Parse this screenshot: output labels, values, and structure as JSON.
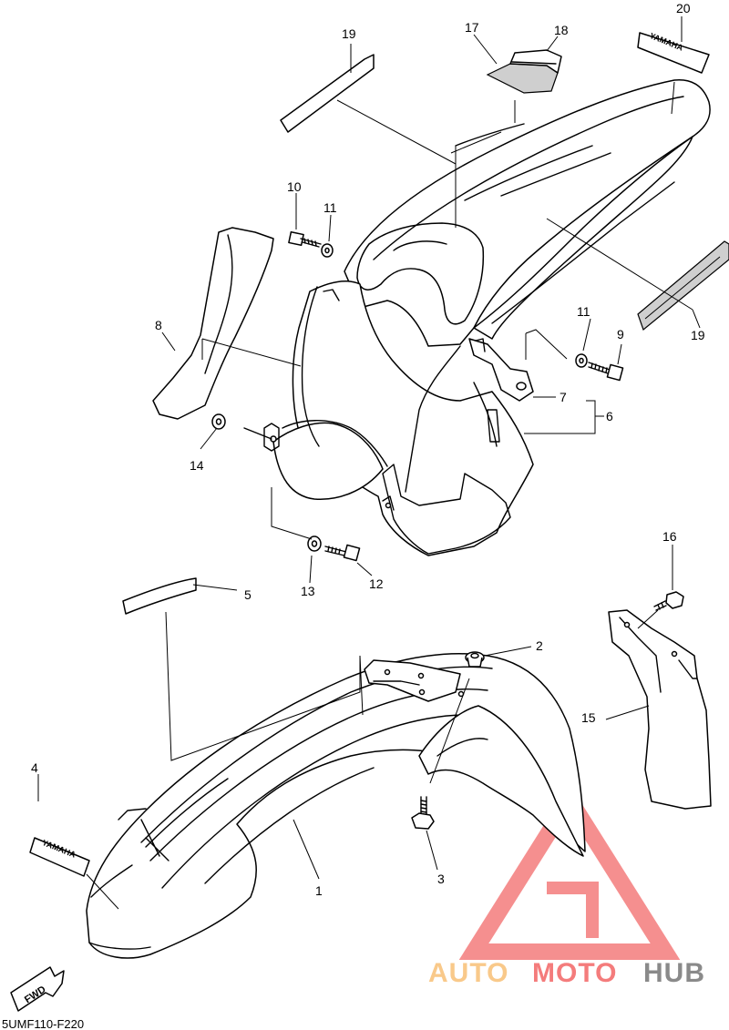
{
  "diagram": {
    "code": "5UMF110-F220",
    "labels": {
      "p1": "1",
      "p2": "2",
      "p3": "3",
      "p4": "4",
      "p5": "5",
      "p6": "6",
      "p7": "7",
      "p8": "8",
      "p9": "9",
      "p10": "10",
      "p11a": "11",
      "p11b": "11",
      "p12": "12",
      "p13": "13",
      "p14": "14",
      "p15": "15",
      "p16": "16",
      "p17": "17",
      "p18": "18",
      "p19a": "19",
      "p19b": "19",
      "p20": "20"
    },
    "decals": {
      "yamaha_front": "YAMAHA",
      "yamaha_rear": "YAMAHA",
      "fwd": "FWD"
    }
  },
  "watermark": {
    "part1": "AUTO",
    "part2": "MOTO",
    "part3": "HUB",
    "color_light": "#f9c98a",
    "color_red": "#f47c7c",
    "color_gray": "#8a8a8a"
  }
}
